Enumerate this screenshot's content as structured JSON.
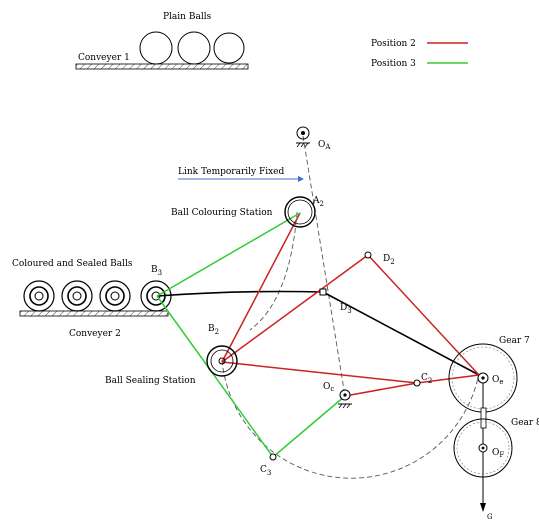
{
  "labels": {
    "plain_balls": "Plain Balls",
    "conveyer_1": "Conveyer 1",
    "conveyer_2": "Conveyer 2",
    "coloured_sealed": "Coloured and Sealed Balls",
    "link_fixed": "Link Temporarily Fixed",
    "colouring_station": "Ball Colouring Station",
    "sealing_station": "Ball Sealing Station",
    "gear7": "Gear 7",
    "gear8": "Gear 8"
  },
  "legend": {
    "position2": {
      "label": "Position 2",
      "color": "#cc2222"
    },
    "position3": {
      "label": "Position 3",
      "color": "#33cc33"
    }
  },
  "points": {
    "OA": {
      "main": "O",
      "sub": "A"
    },
    "A2": {
      "main": "A",
      "sub": "2"
    },
    "B3": {
      "main": "B",
      "sub": "3"
    },
    "B2": {
      "main": "B",
      "sub": "2"
    },
    "D2": {
      "main": "D",
      "sub": "2"
    },
    "D3": {
      "main": "D",
      "sub": "3"
    },
    "C2": {
      "main": "C",
      "sub": "2"
    },
    "Oc": {
      "main": "O",
      "sub": "c"
    },
    "C3": {
      "main": "C",
      "sub": "3"
    },
    "Oe": {
      "main": "O",
      "sub": "e"
    },
    "OF": {
      "main": "O",
      "sub": "F"
    },
    "G": {
      "main": "G",
      "sub": ""
    }
  },
  "colors": {
    "line": "#000000",
    "dashed": "#555555",
    "leader": "#3a6fd0"
  }
}
